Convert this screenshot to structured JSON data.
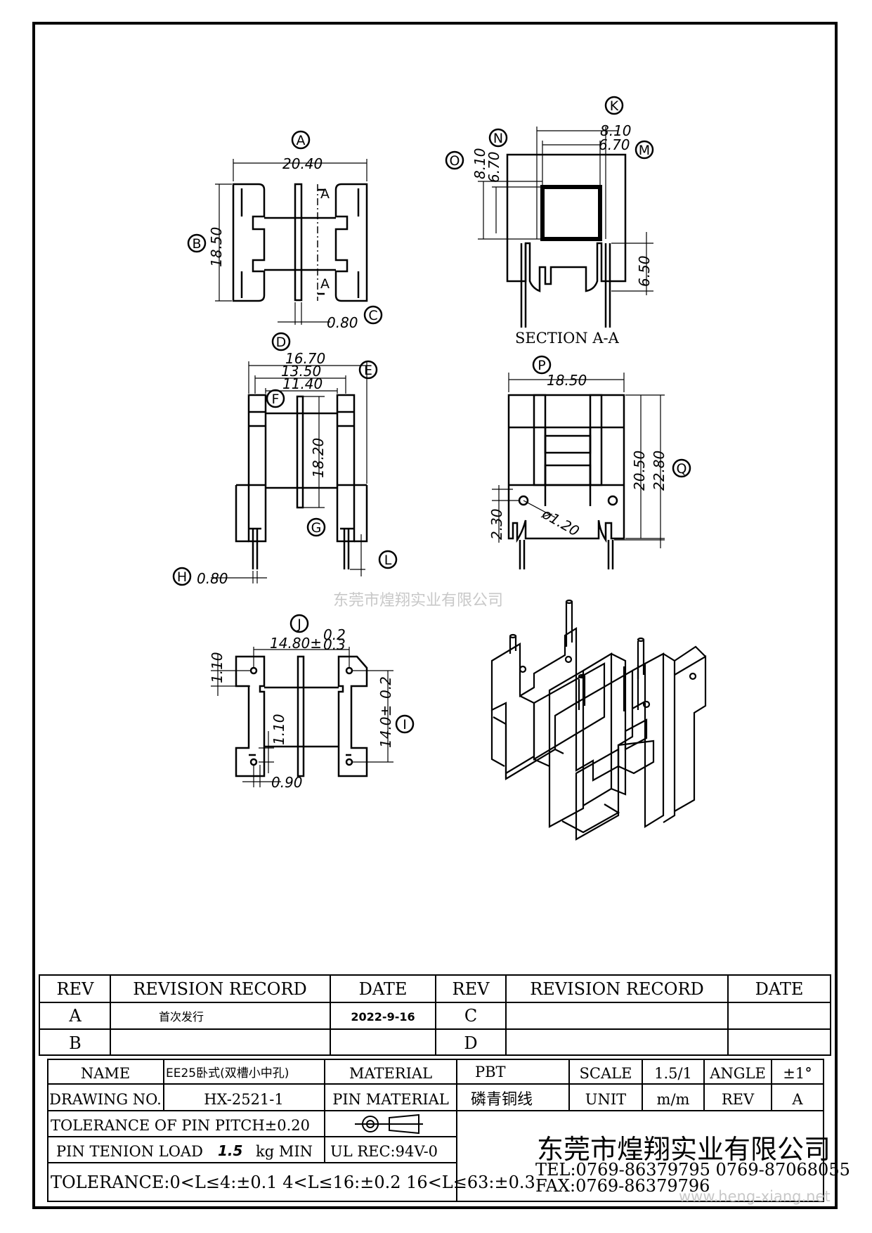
{
  "views": {
    "top": {
      "labels": [
        "A",
        "B",
        "C"
      ],
      "dims": [
        "20.40",
        "18.50",
        "0.80"
      ],
      "section_marks": [
        "A",
        "A"
      ]
    },
    "section": {
      "labels": [
        "K",
        "N",
        "O",
        "M"
      ],
      "dims": [
        "8.10",
        "6.70",
        "8.10",
        "6.70",
        "6.50"
      ],
      "caption": "SECTION A-A"
    },
    "front": {
      "labels": [
        "D",
        "E",
        "F",
        "G",
        "H",
        "L"
      ],
      "dims": [
        "16.70",
        "13.50",
        "11.40",
        "18.20",
        "0.80"
      ]
    },
    "side": {
      "labels": [
        "P",
        "Q"
      ],
      "dims": [
        "18.50",
        "20.50",
        "22.80",
        "2.30",
        "ø1.20"
      ]
    },
    "bottom": {
      "labels": [
        "J",
        "I"
      ],
      "dims": [
        "14.80±",
        "0.2",
        "0.3",
        "1.10",
        "1.10",
        "0.90",
        "14.0±",
        "0.2"
      ]
    }
  },
  "watermark_center": "东莞市煌翔实业有限公司",
  "watermark_corner": "www.heng-xiang.net",
  "revision_table": {
    "headers": [
      "REV",
      "REVISION RECORD",
      "DATE",
      "REV",
      "REVISION RECORD",
      "DATE"
    ],
    "rows": [
      [
        "A",
        "首次发行",
        "2022-9-16",
        "C",
        "",
        ""
      ],
      [
        "B",
        "",
        "",
        "D",
        "",
        ""
      ]
    ]
  },
  "title_block": {
    "name_label": "NAME",
    "name_value": "EE25卧式(双槽小中孔)",
    "material_label": "MATERIAL",
    "material_value": "PBT",
    "scale_label": "SCALE",
    "scale_value": "1.5/1",
    "angle_label": "ANGLE",
    "angle_value": "±1°",
    "drawing_no_label": "DRAWING NO.",
    "drawing_no_value": "HX-2521-1",
    "pin_material_label": "PIN MATERIAL",
    "pin_material_value": "磷青铜线",
    "unit_label": "UNIT",
    "unit_value": "m/m",
    "rev_label": "REV",
    "rev_value": "A",
    "tol_pitch": "TOLERANCE OF PIN PITCH±0.20",
    "pin_load_pre": "PIN TENION LOAD",
    "pin_load_value": "1.5",
    "pin_load_post": "kg MIN",
    "ul": "UL REC:94V-0",
    "tolerance": "TOLERANCE:0<L≤4:±0.1  4<L≤16:±0.2  16<L≤63:±0.3",
    "company": "东莞市煌翔实业有限公司",
    "tel": "TEL:0769-86379795    0769-87068055",
    "fax": "FAX:0769-86379796"
  }
}
